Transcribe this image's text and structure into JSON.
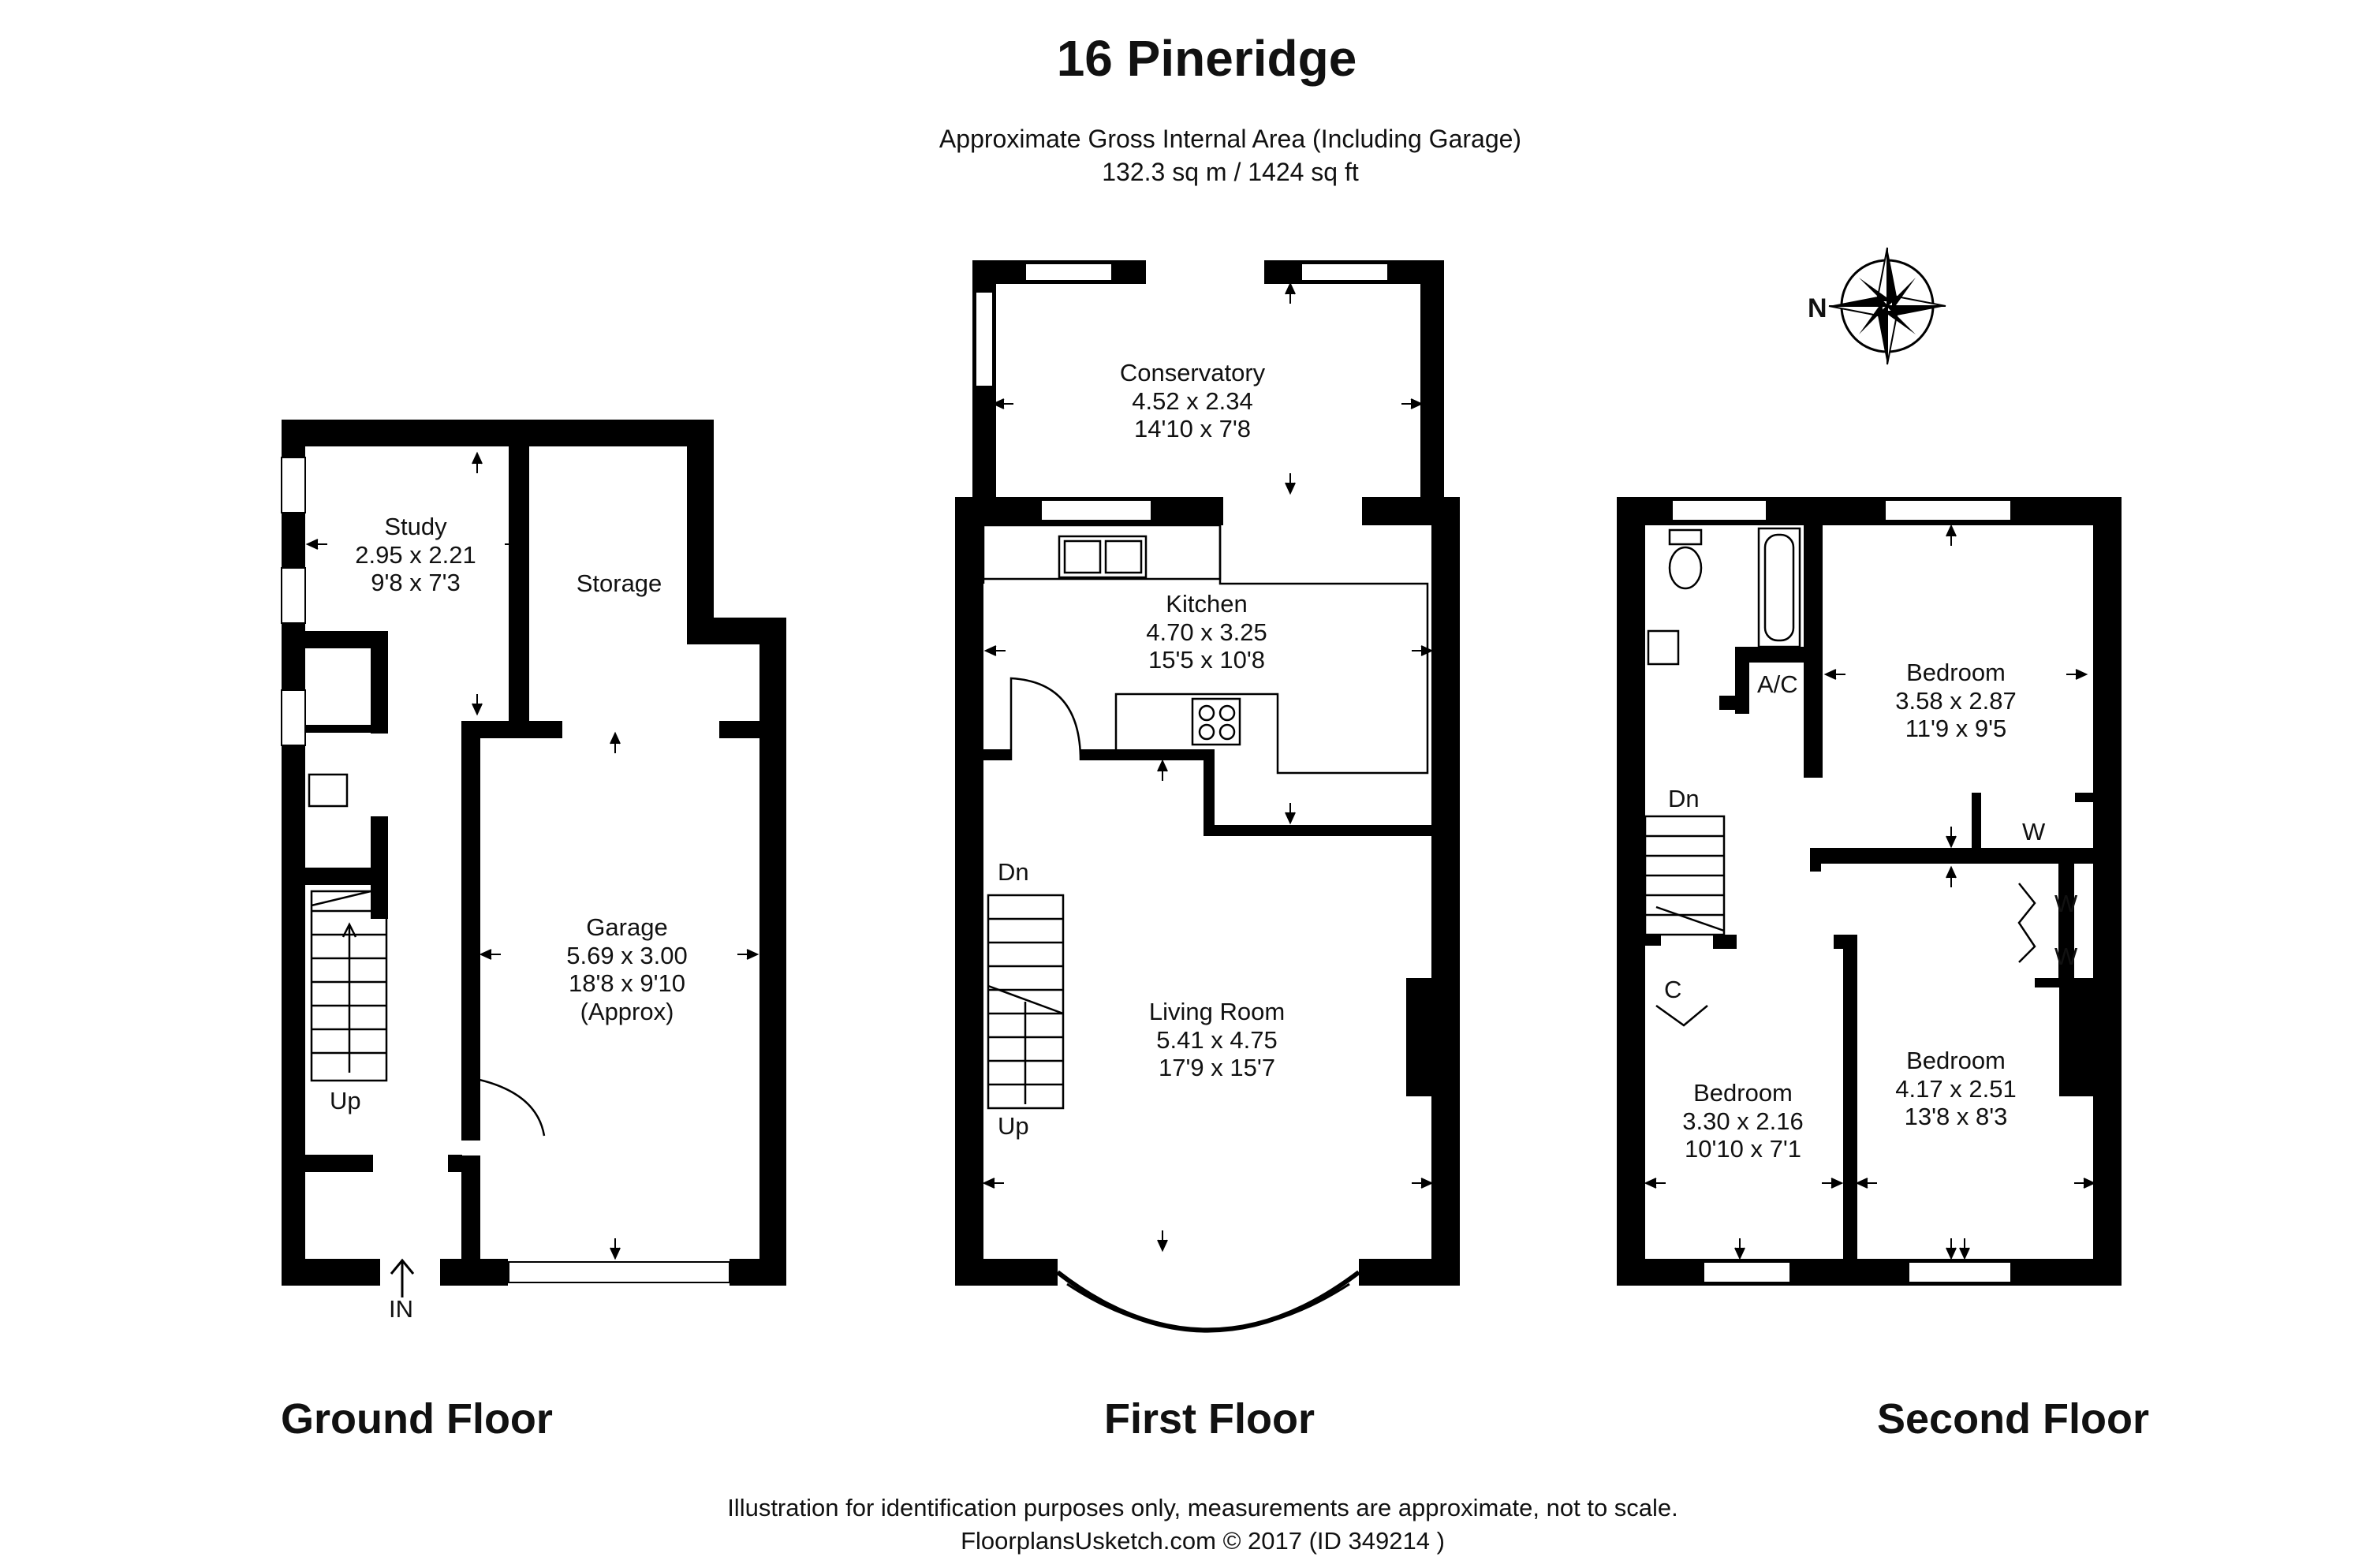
{
  "title": "16 Pineridge",
  "subtitle_line1": "Approximate Gross Internal Area (Including Garage)",
  "subtitle_line2": "132.3 sq m / 1424 sq ft",
  "compass_label": "N",
  "floors": {
    "ground": "Ground Floor",
    "first": "First Floor",
    "second": "Second Floor"
  },
  "rooms": {
    "study": {
      "name": "Study",
      "metric": "2.95 x 2.21",
      "imperial": "9'8 x 7'3"
    },
    "storage": {
      "name": "Storage"
    },
    "garage": {
      "name": "Garage",
      "metric": "5.69 x 3.00",
      "imperial": "18'8 x 9'10",
      "note": "(Approx)"
    },
    "conservatory": {
      "name": "Conservatory",
      "metric": "4.52 x 2.34",
      "imperial": "14'10 x 7'8"
    },
    "kitchen": {
      "name": "Kitchen",
      "metric": "4.70 x 3.25",
      "imperial": "15'5 x 10'8"
    },
    "living_room": {
      "name": "Living Room",
      "metric": "5.41 x 4.75",
      "imperial": "17'9 x 15'7"
    },
    "bedroom_top": {
      "name": "Bedroom",
      "metric": "3.58 x 2.87",
      "imperial": "11'9 x 9'5"
    },
    "bedroom_left": {
      "name": "Bedroom",
      "metric": "3.30 x 2.16",
      "imperial": "10'10 x 7'1"
    },
    "bedroom_right": {
      "name": "Bedroom",
      "metric": "4.17 x 2.51",
      "imperial": "13'8 x 8'3"
    }
  },
  "labels": {
    "up": "Up",
    "dn": "Dn",
    "in": "IN",
    "ac": "A/C",
    "cupboard": "C",
    "wardrobe": "W"
  },
  "footer_line1": "Illustration for identification purposes only, measurements are approximate, not to scale.",
  "footer_line2": "FloorplansUsketch.com © 2017 (ID 349214 )"
}
